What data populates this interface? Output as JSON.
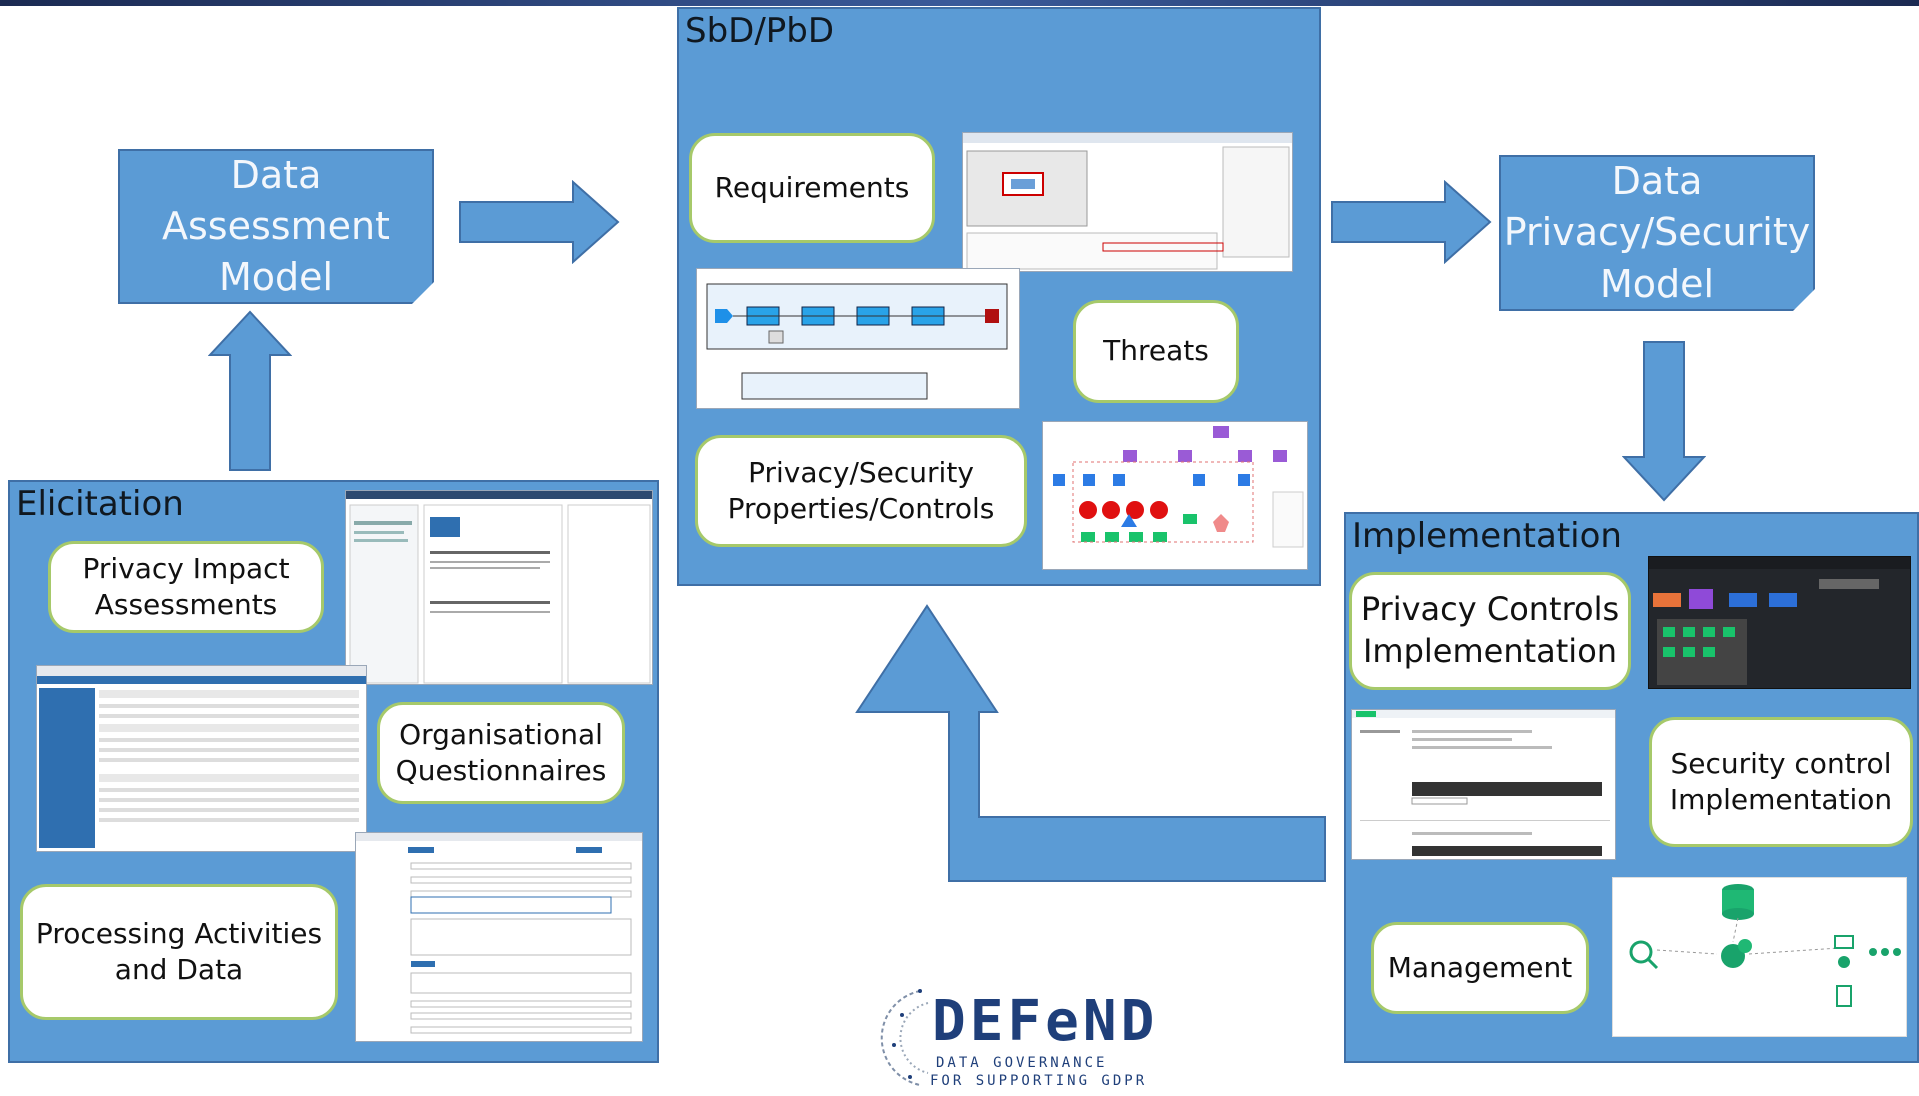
{
  "colors": {
    "panel": "#5b9bd5",
    "panel_border": "#3f6fa6",
    "pill_border": "#a6c96a",
    "model_text": "#f3f7fc",
    "logo": "#1f3f7a"
  },
  "sbd": {
    "title": "SbD/PbD"
  },
  "elicitation": {
    "title": "Elicitation"
  },
  "implementation": {
    "title": "Implementation"
  },
  "models": {
    "data_assessment": "Data Assessment\nModel",
    "data_privacy_security": "Data\nPrivacy/Security\nModel"
  },
  "pills": {
    "requirements": "Requirements",
    "threats": "Threats",
    "privacy_properties": "Privacy/Security\nProperties/Controls",
    "privacy_impact": "Privacy Impact\nAssessments",
    "org_questionnaires": "Organisational\nQuestionnaires",
    "processing_activities": "Processing Activities\nand Data",
    "privacy_controls_impl": "Privacy Controls\nImplementation",
    "security_control_impl": "Security control\nImplementation",
    "management": "Management"
  },
  "logo": {
    "word": "DEFeND",
    "line1": "DATA GOVERNANCE",
    "line2": "FOR SUPPORTING GDPR"
  },
  "icons": [
    "arrow-right",
    "arrow-up",
    "arrow-down",
    "u-turn-arrow",
    "screenshot-thumbnail"
  ]
}
